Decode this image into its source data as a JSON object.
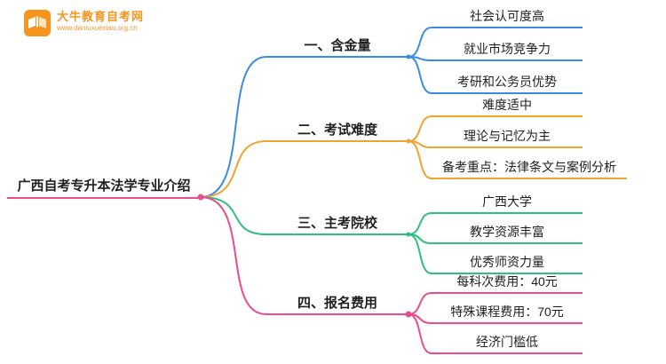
{
  "logo": {
    "icon": "books-icon",
    "title": "大牛教育自考网",
    "url": "www.daniuxuexiao.org.cn"
  },
  "root": {
    "label": "广西自考专升本法学专业介绍",
    "color": "#ec4b8d"
  },
  "branches": [
    {
      "label": "一、含金量",
      "color": "#3b8ce3",
      "children": [
        "社会认可度高",
        "就业市场竞争力",
        "考研和公务员优势"
      ]
    },
    {
      "label": "二、考试难度",
      "color": "#f0a32f",
      "children": [
        "难度适中",
        "理论与记忆为主",
        "备考重点：法律条文与案例分析"
      ]
    },
    {
      "label": "三、主考院校",
      "color": "#2fbf7f",
      "children": [
        "广西大学",
        "教学资源丰富",
        "优秀师资力量"
      ]
    },
    {
      "label": "四、报名费用",
      "color": "#ec4b8d",
      "children": [
        "每科次费用：40元",
        "特殊课程费用：70元",
        "经济门槛低"
      ]
    }
  ]
}
